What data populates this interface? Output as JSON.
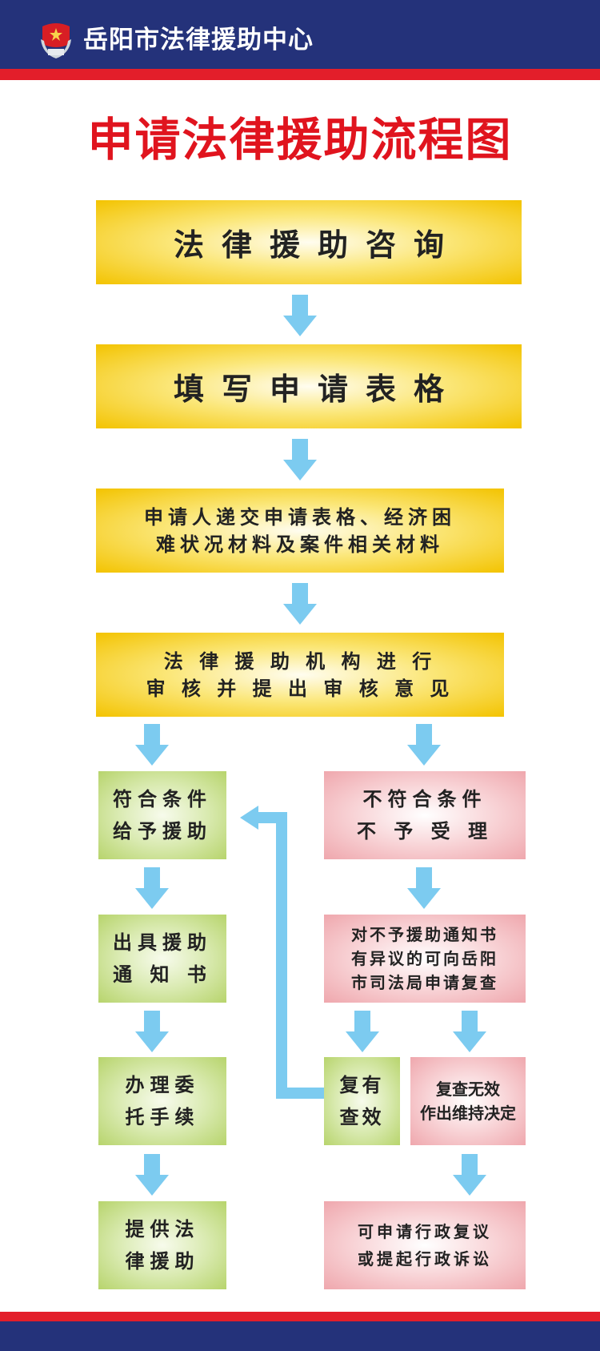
{
  "header": {
    "organization": "岳阳市法律援助中心",
    "logo": "court-emblem-icon"
  },
  "title": "申请法律援助流程图",
  "steps": {
    "consult": "法律援助咨询",
    "fill_form": "填写申请表格",
    "submit": "申请人递交申请表格、经济困\n难状况材料及案件相关材料",
    "review": "法 律 援 助 机 构 进 行\n审 核 并 提 出 审 核 意 见"
  },
  "approved_branch": {
    "eligible": "符合条件\n给予援助",
    "notice": "出具援助\n通 知 书",
    "entrust": "办理委\n托手续",
    "provide": "提供法\n律援助"
  },
  "rejected_branch": {
    "ineligible": "不符合条件\n不 予 受 理",
    "appeal": "对不予援助通知书\n有异议的可向岳阳\n市司法局申请复查",
    "review_valid": "复有\n查效",
    "review_invalid": "复查无效\n作出维持决定",
    "admin": "可申请行政复议\n或提起行政诉讼"
  },
  "colors": {
    "navy": "#24327a",
    "red": "#e31e2a",
    "arrow": "#7ccbf0"
  }
}
